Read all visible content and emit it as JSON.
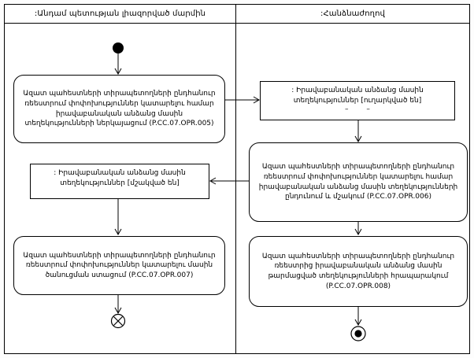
{
  "diagram": {
    "lanes": {
      "left": {
        "title": ":Անդամ պետության լիազորված մարմին"
      },
      "right": {
        "title": ":Հանձնաժողով"
      }
    },
    "actions": {
      "opr005": "Ազատ պահեստների տիրապետողների ընդհանուր ռեեստրում փոփոխություններ կատարելու համար իրավաբանական անձանց մասին տեղեկությունների ներկայացում (P.CC.07.OPR.005)",
      "opr006": "Ազատ պահեստների տիրապետողների ընդհանուր ռեեստրում փոփոխություններ կատարելու համար իրավաբանական անձանց մասին տեղեկությունների ընդունում և մշակում (P.CC.07.OPR.006)",
      "opr007": "Ազատ պահեստների տիրապետողների ընդհանուր ռեեստրում փոփոխություններ կատարելու մասին ծանուցման ստացում (P.CC.07.OPR.007)",
      "opr008": "Ազատ պահեստների տիրապետողների ընդհանուր ռեեստրից իրավաբանական անձանց մասին թարմացված տեղեկությունների հրապարակում (P.CC.07.OPR.008)"
    },
    "objects": {
      "sent": {
        "text": ": Իրավաբանական անձանց մասին տեղեկություններ [ուղարկված են]",
        "dashes": "–        –"
      },
      "processed": {
        "text": ": Իրավաբանական անձանց մասին տեղեկություններ [մշակված են]"
      }
    },
    "colors": {
      "line": "#000000",
      "fill": "#ffffff"
    }
  }
}
